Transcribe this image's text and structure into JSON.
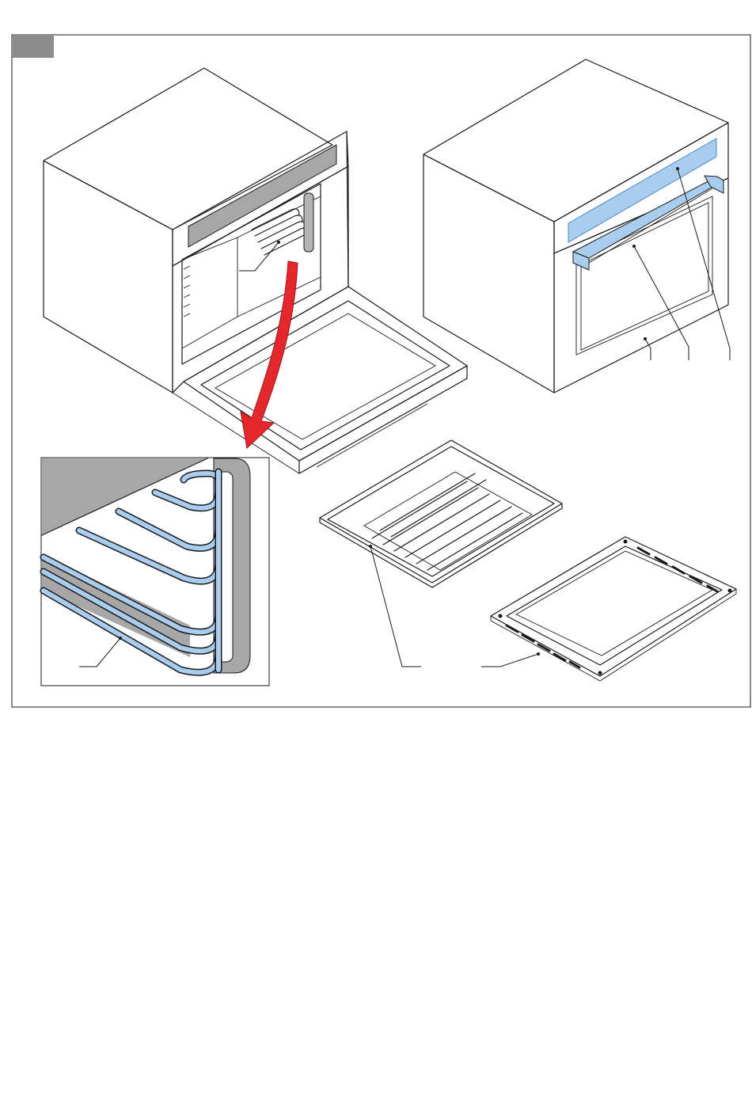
{
  "figure": {
    "colors": {
      "frame": "#1a1a1a",
      "tab": "#8c8c8c",
      "panel": "#a7a7a7",
      "highlight_light": "#cfe2f5",
      "highlight_mid": "#a9cdef",
      "highlight_stroke": "#4a86c5",
      "arrow": "#e3272d",
      "shadow": "#b3b3b3"
    },
    "icons": [
      "oven-open-door",
      "oven-closed-door",
      "shelf-rails-detail",
      "wire-rack",
      "baking-tray",
      "red-curved-arrow"
    ]
  }
}
